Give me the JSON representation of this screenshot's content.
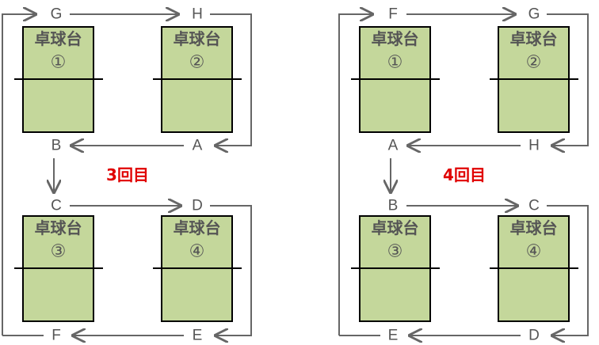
{
  "colors": {
    "table_fill": "#c4d79b",
    "line": "#666666",
    "round_text": "#e00000",
    "label_text": "#555555"
  },
  "table_name": "卓球台",
  "panels": [
    {
      "round_label": "3回目",
      "labels": {
        "top_left": "G",
        "top_right": "H",
        "mid_upper_left": "B",
        "mid_upper_right": "A",
        "mid_lower_left": "C",
        "mid_lower_right": "D",
        "bottom_left": "F",
        "bottom_right": "E"
      },
      "tables": [
        "①",
        "②",
        "③",
        "④"
      ]
    },
    {
      "round_label": "4回目",
      "labels": {
        "top_left": "F",
        "top_right": "G",
        "mid_upper_left": "A",
        "mid_upper_right": "H",
        "mid_lower_left": "B",
        "mid_lower_right": "C",
        "bottom_left": "E",
        "bottom_right": "D"
      },
      "tables": [
        "①",
        "②",
        "③",
        "④"
      ]
    }
  ]
}
